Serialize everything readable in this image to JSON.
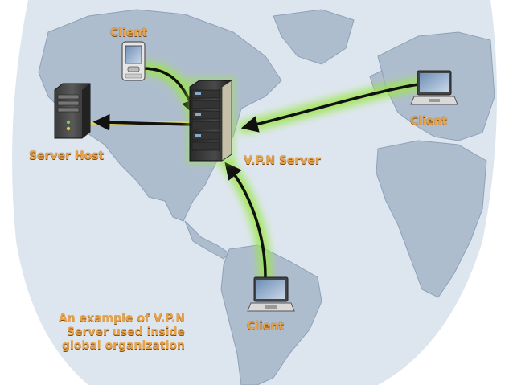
{
  "labels": {
    "client_phone": "Client",
    "client_laptop_east": "Client",
    "client_laptop_south": "Client",
    "server_host": "Server Host",
    "vpn_server": "V.P.N Server"
  },
  "caption": {
    "line1": "An example of V.P.N",
    "line2": "Server used inside",
    "line3": "global organization"
  },
  "colors": {
    "ocean": "#ffffff",
    "land": "#aebdce",
    "land_edge": "#8ea1b8",
    "globe": "#dde6ef",
    "label": "#e8a24a",
    "glow_green": "#9be64a",
    "glow_yellow": "#f2dc3c",
    "arrow": "#111111"
  },
  "icons": [
    "phone-icon",
    "laptop-icon",
    "server-tower-icon",
    "server-rack-icon"
  ]
}
